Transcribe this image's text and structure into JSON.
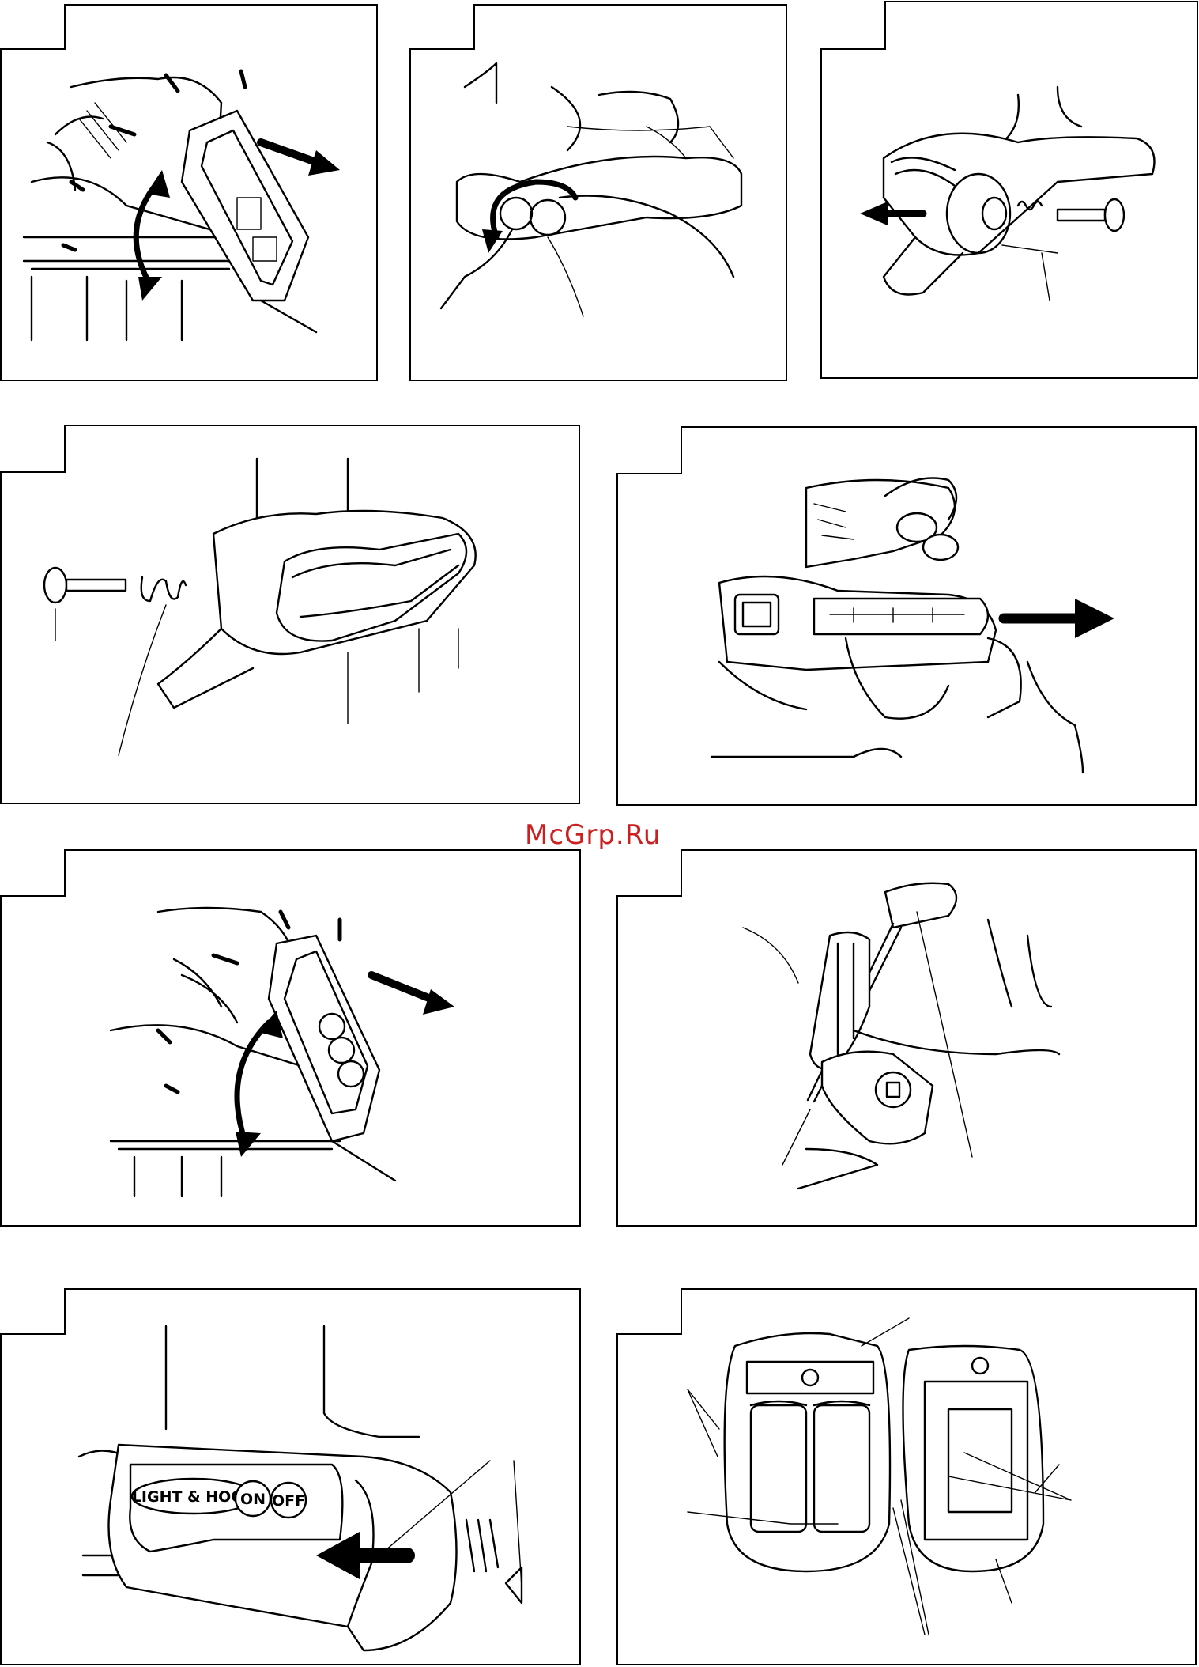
{
  "watermark": "McGrp.Ru",
  "figure_9_button_labels": {
    "name": "LIGHT & HOOK",
    "on": "ON",
    "off": "OFF"
  }
}
